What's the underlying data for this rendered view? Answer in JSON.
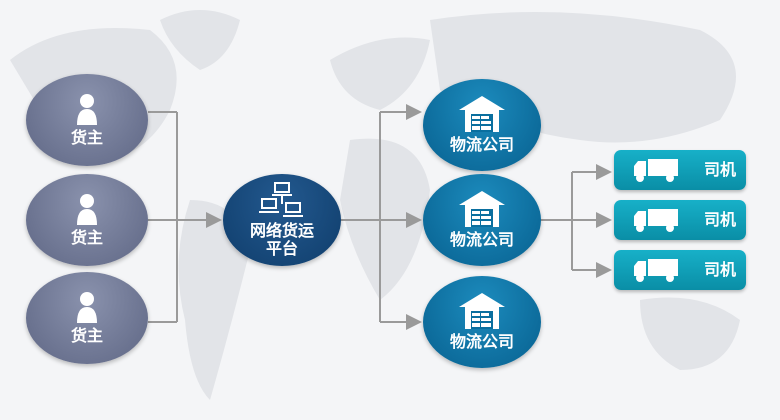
{
  "shippers": [
    {
      "label": "货主"
    },
    {
      "label": "货主"
    },
    {
      "label": "货主"
    }
  ],
  "platform": {
    "label_line1": "网络货运",
    "label_line2": "平台"
  },
  "logistics": [
    {
      "label": "物流公司"
    },
    {
      "label": "物流公司"
    },
    {
      "label": "物流公司"
    }
  ],
  "drivers": [
    {
      "label": "司机"
    },
    {
      "label": "司机"
    },
    {
      "label": "司机"
    }
  ],
  "colors": {
    "shipper": "#6e7693",
    "platform": "#124a7c",
    "logistics": "#0a73a3",
    "driver": "#12a3bb",
    "connector": "#9a9a9a"
  }
}
